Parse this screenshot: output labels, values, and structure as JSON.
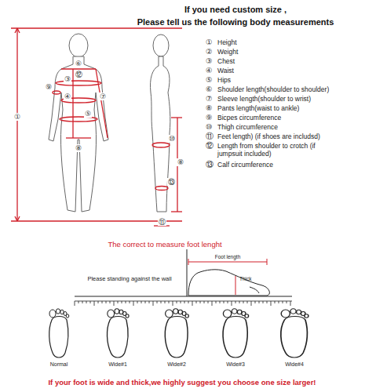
{
  "diagram": {
    "labels": [
      "If you need custom size ,",
      "Please tell us the following body measurements",
      "①",
      "Height",
      "②",
      "Weight",
      "③",
      "Chest",
      "④",
      "Waist",
      "⑤",
      "Hips",
      "⑥",
      "Shoulder length(shoulder to shoulder)",
      "⑦",
      "Sleeve length(shoulder to wrist)",
      "⑧",
      "Pants length(waist to ankle)",
      "⑨",
      "Bicpes circumference",
      "⑩",
      "Thigh circumference",
      "⑪",
      "Feet length) (if shoes are includsd)",
      "⑫",
      "Length from shoulder to crotch (if jumpsuit included)",
      "⑬",
      "Calf circumference",
      "①",
      "⑥",
      "⑫",
      "③",
      "④",
      "⑤",
      "⑦",
      "⑨",
      "⑧",
      "⑩",
      "⑬",
      "⑪",
      "⑧",
      "The correct to measure foot lenght",
      "Foot length",
      "Thick",
      "Please standing against the wall",
      "Normal",
      "Wide#1",
      "Wide#2",
      "Wide#3",
      "Wide#4",
      "If your foot is wide and thick,we highly suggest you choose one size larger!"
    ]
  }
}
